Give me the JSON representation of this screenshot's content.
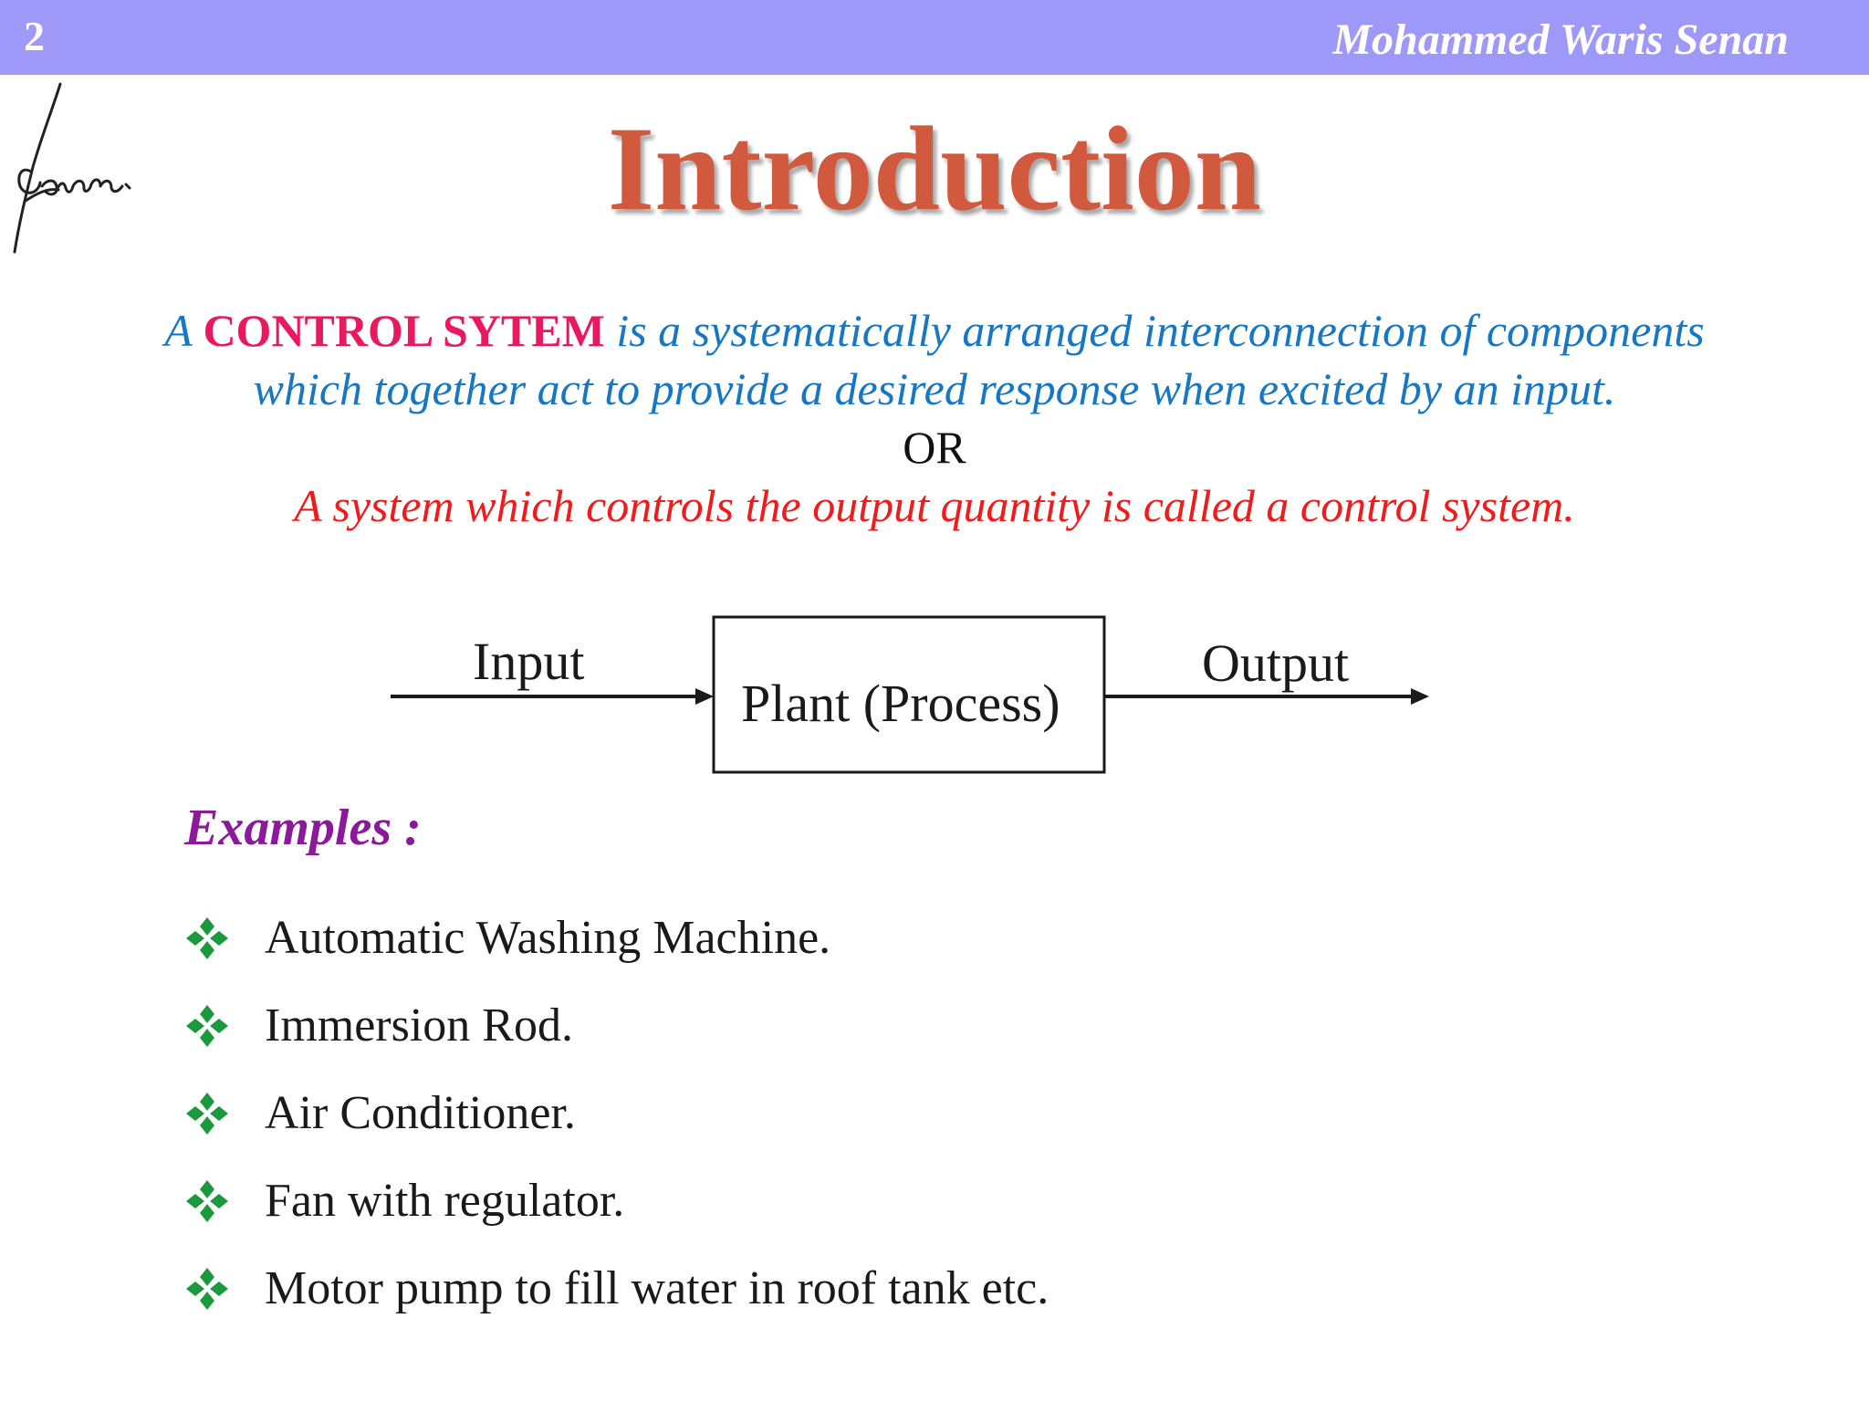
{
  "header": {
    "slide_number": "2",
    "author": "Mohammed Waris Senan"
  },
  "signature": {
    "icon": "handwritten-signature-icon",
    "text": "Senan"
  },
  "title": "Introduction",
  "definition": {
    "line1_prefix": "A ",
    "line1_term": "CONTROL SYTEM",
    "line1_rest": " is a systematically arranged interconnection of components",
    "line2": "which together act to provide a desired response when excited by an input.",
    "or_text": "OR",
    "line3": "A system which controls the output quantity is called a control system."
  },
  "diagram": {
    "input_label": "Input",
    "block_label": "Plant (Process)",
    "output_label": "Output"
  },
  "examples": {
    "heading": "Examples :",
    "bullet_icon": "diamond-bullet-icon",
    "items": [
      "Automatic Washing Machine.",
      "Immersion Rod.",
      "Air Conditioner.",
      "Fan with regulator.",
      "Motor pump to fill water in roof tank etc."
    ]
  },
  "colors": {
    "header_bar": "#9e99f8",
    "title": "#d0593e",
    "definition_blue": "#1877c2",
    "term_pink": "#e8195f",
    "definition_red": "#ee1c1c",
    "examples_heading": "#8b1a9a",
    "bullet_green": "#1a9a3c"
  }
}
